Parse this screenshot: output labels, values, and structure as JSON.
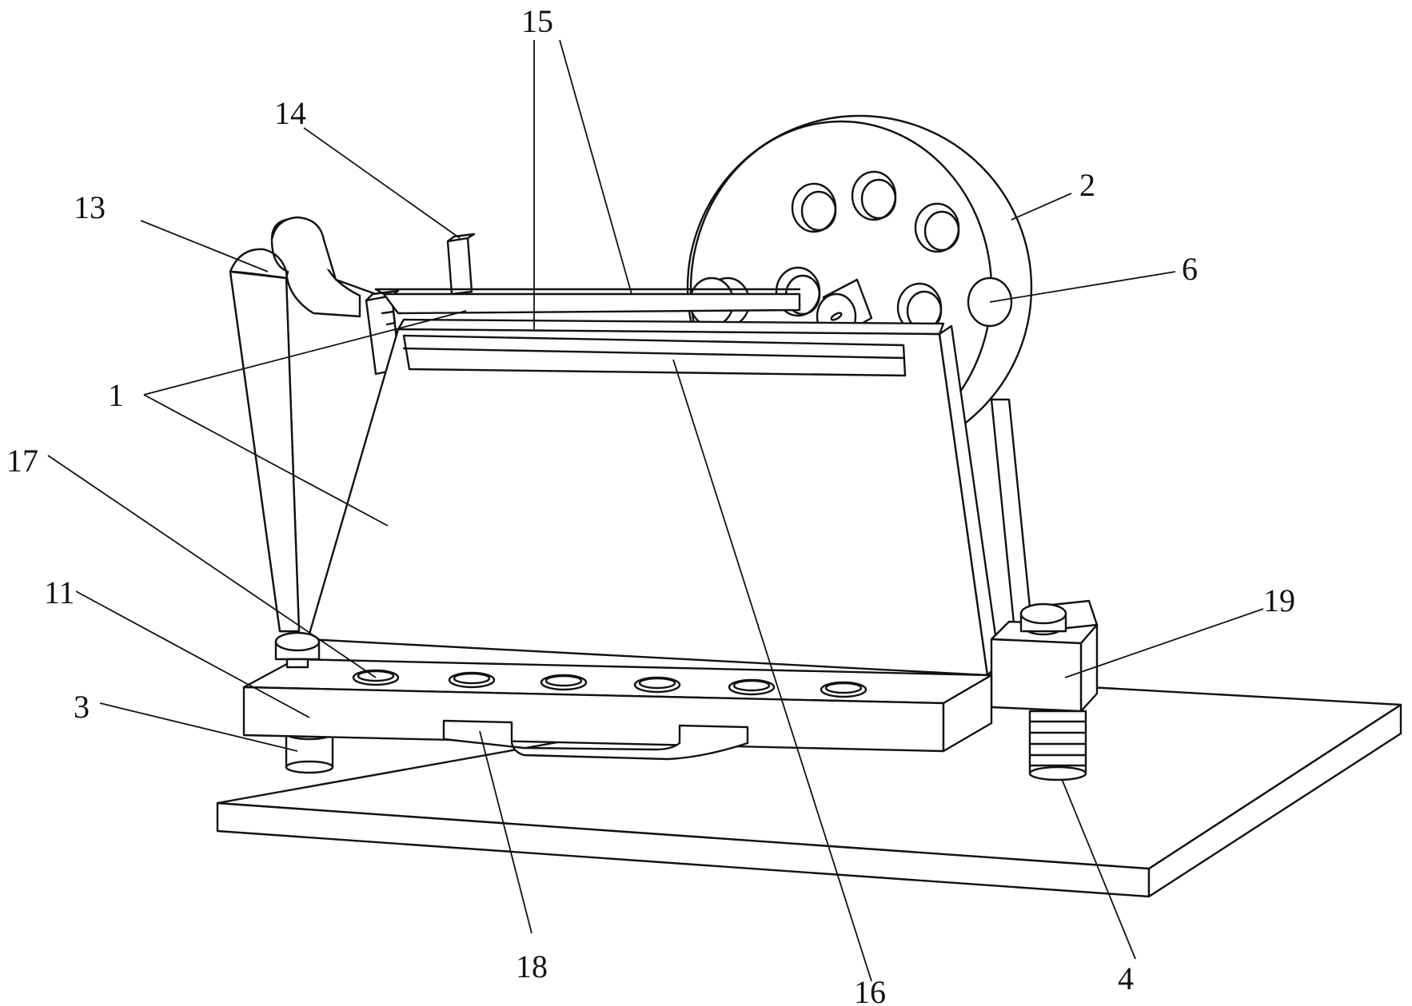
{
  "labels": {
    "l1": "1",
    "l2": "2",
    "l3": "3",
    "l4": "4",
    "l6": "6",
    "l11": "11",
    "l13": "13",
    "l14": "14",
    "l15": "15",
    "l16": "16",
    "l17": "17",
    "l18": "18",
    "l19": "19"
  }
}
